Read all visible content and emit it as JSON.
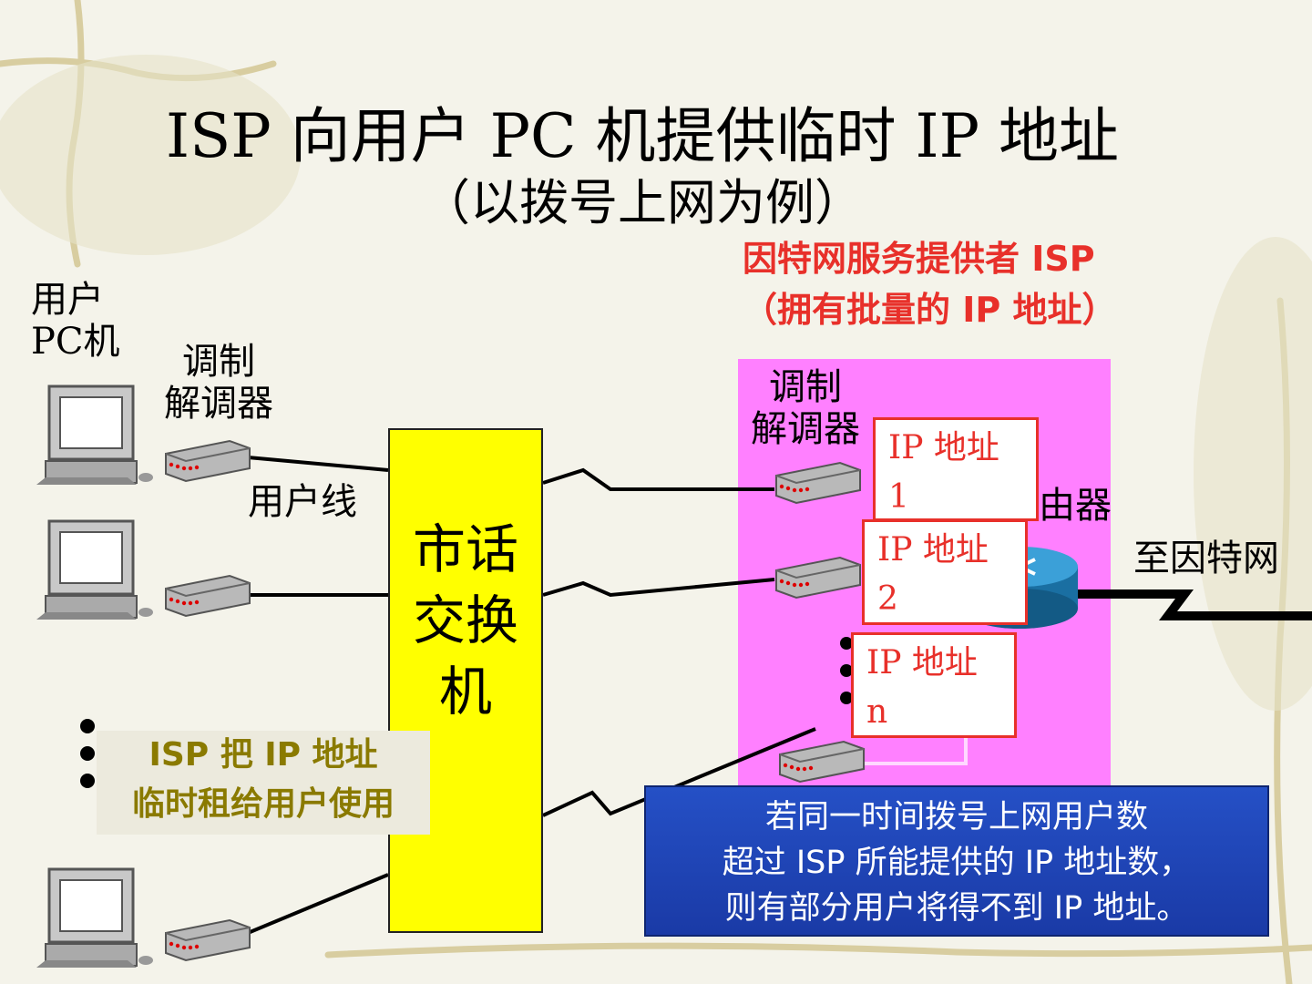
{
  "title": "ISP 向用户 PC 机提供临时 IP 地址",
  "subtitle": "（以拨号上网为例）",
  "isp": {
    "line1": "因特网服务提供者 ISP",
    "line2": "（拥有批量的 IP 地址）"
  },
  "labels": {
    "user_pc_line1": "用户",
    "user_pc_line2": "PC机",
    "modem_left_line1": "调制",
    "modem_left_line2": "解调器",
    "user_line": "用户线",
    "modem_right_line1": "调制",
    "modem_right_line2": "解调器",
    "router": "路由器",
    "to_internet": "至因特网"
  },
  "switch_label": "市话交换机",
  "ip_boxes": [
    {
      "line1": "IP 地址",
      "line2": "1"
    },
    {
      "line1": "IP 地址",
      "line2": "2"
    },
    {
      "line1": "IP 地址",
      "line2": "n"
    }
  ],
  "lease_note": {
    "line1": "ISP 把 IP 地址",
    "line2": "临时租给用户使用"
  },
  "warning_note": {
    "line1": "若同一时间拨号上网用户数",
    "line2": "超过 ISP 所能提供的 IP 地址数，",
    "line3": "则有部分用户将得不到 IP 地址。"
  },
  "colors": {
    "accent_red": "#e8302a",
    "switch_yellow": "#ffff00",
    "isp_pink": "#ff80ff",
    "note_blue": "#1f46bb",
    "lease_text": "#8a7a00"
  }
}
